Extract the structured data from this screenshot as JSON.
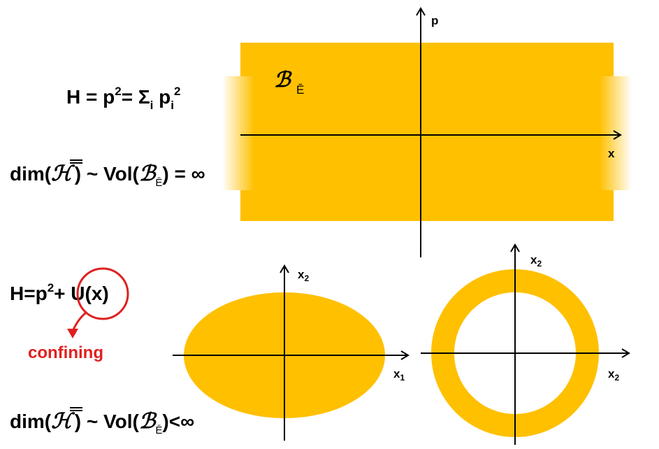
{
  "colors": {
    "region_fill": "#FFC000",
    "axis": "#000000",
    "annotation": "#E02020",
    "text": "#000000"
  },
  "icons": {
    "axis_arrowhead": "open-chevron-arrow",
    "callout_arrow": "curved-down-arrow"
  },
  "equations": {
    "free_hamiltonian": {
      "lhs": "H = p",
      "sup1": "2",
      "eq": "= Σ",
      "sub_i": "i",
      "p": " p",
      "sub_i2": "i",
      "sup2": "2"
    },
    "dim_infinite": {
      "dim_open": "dim(",
      "script_h": "ℋ",
      "tilde_vol": ") ~ Vol(",
      "script_b": "ℬ",
      "sub_e": "Ē",
      "rest": ") = ∞"
    },
    "confined_hamiltonian": {
      "lhs": "H=p",
      "sup": "2",
      "plus": "+ ",
      "potential": "U(x)"
    },
    "confining_label": "confining",
    "dim_finite": {
      "dim_open": "dim(",
      "script_h": "ℋ",
      "tilde_vol": ") ~ Vol(",
      "script_b": "ℬ",
      "sub_e": "Ē",
      "rest": ")<∞"
    }
  },
  "phase_space": {
    "region_label": "ℬ",
    "region_sub": "Ē",
    "x_axis_label": "x",
    "p_axis_label": "p"
  },
  "ellipse_plot": {
    "x_axis_label": "x",
    "x_sub": "1",
    "y_axis_label": "x",
    "y_sub": "2"
  },
  "annulus_plot": {
    "x_axis_label": "x",
    "x_sub": "2",
    "y_axis_label": "x",
    "y_sub": "2"
  }
}
